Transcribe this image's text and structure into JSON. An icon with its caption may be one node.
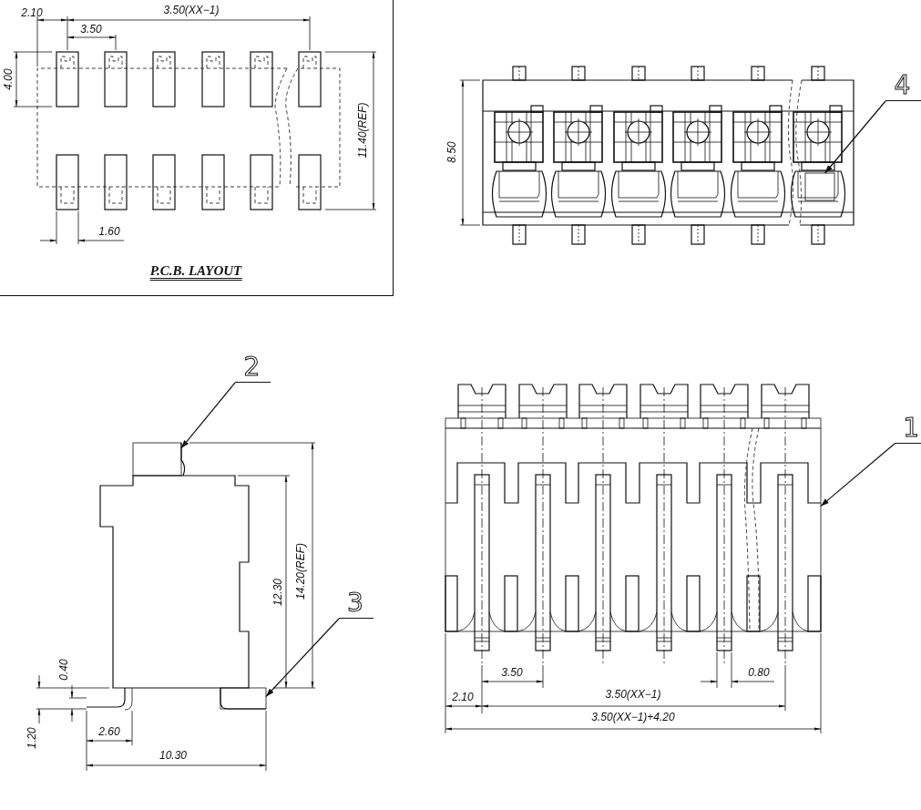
{
  "diagram": {
    "nodes": [
      {
        "text": [
          "P.C.B. LAYOUT"
        ]
      },
      {
        "text": [
          "4"
        ]
      },
      {
        "text": [],
        "shape": "box"
      },
      {
        "text": [
          "2"
        ]
      },
      {
        "text": [],
        "shape": "box"
      },
      {
        "text": [
          "1"
        ]
      },
      {
        "text": [],
        "shape": "box"
      },
      {
        "text": [
          "3"
        ]
      },
      {
        "text": [],
        "shape": "box"
      }
    ],
    "edges": [
      {
        "from": 1,
        "to": 2,
        "arrow": "to"
      },
      {
        "from": 3,
        "to": 4,
        "arrow": "to"
      },
      {
        "from": 5,
        "to": 6,
        "arrow": "to"
      },
      {
        "from": 7,
        "to": 8,
        "arrow": "to"
      }
    ],
    "labels": [
      "2.10",
      "3.50(XX−1)",
      "3.50",
      "4.00",
      "11.40(REF)",
      "1.60",
      "8.50",
      "12.30",
      "14.20(REF)",
      "0.40",
      "1.20",
      "2.60",
      "10.30",
      "3.50",
      "0.80",
      "2.10",
      "3.50(XX−1)",
      "3.50(XX−1)+4.20"
    ]
  }
}
